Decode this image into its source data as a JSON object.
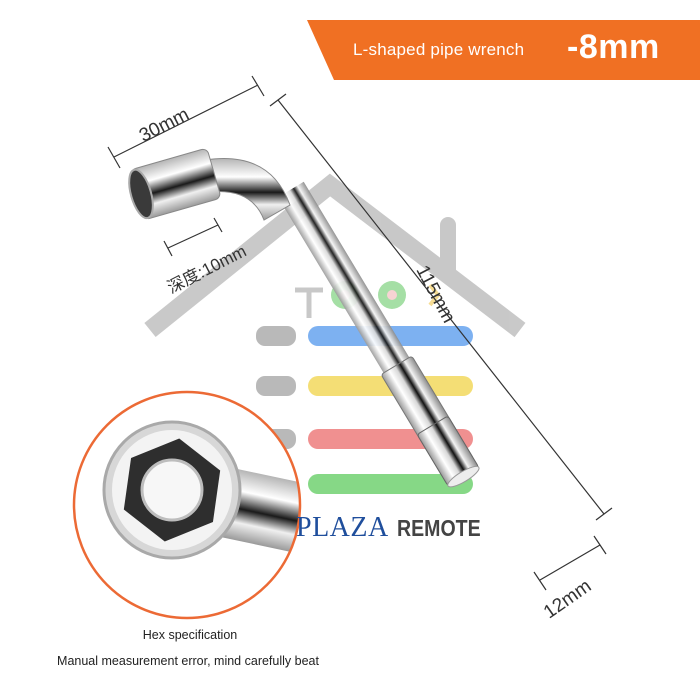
{
  "banner": {
    "subtitle": "L-shaped pipe wrench",
    "size": "-8mm",
    "color": "#f07023"
  },
  "dimensions": {
    "socket_length": "30mm",
    "depth": "深度:10mm",
    "total_length": "115mm",
    "end_diameter": "12mm"
  },
  "watermark": {
    "brand_a": "PLAZA",
    "brand_b": "REMOTE",
    "bar_colors": [
      "#6fa8ef",
      "#f3dc6e",
      "#ef8a8a",
      "#7fd67f"
    ]
  },
  "callout": {
    "title": "Hex specification",
    "note": "Manual measurement error, mind carefully beat",
    "ring_color": "#ec6a35"
  }
}
